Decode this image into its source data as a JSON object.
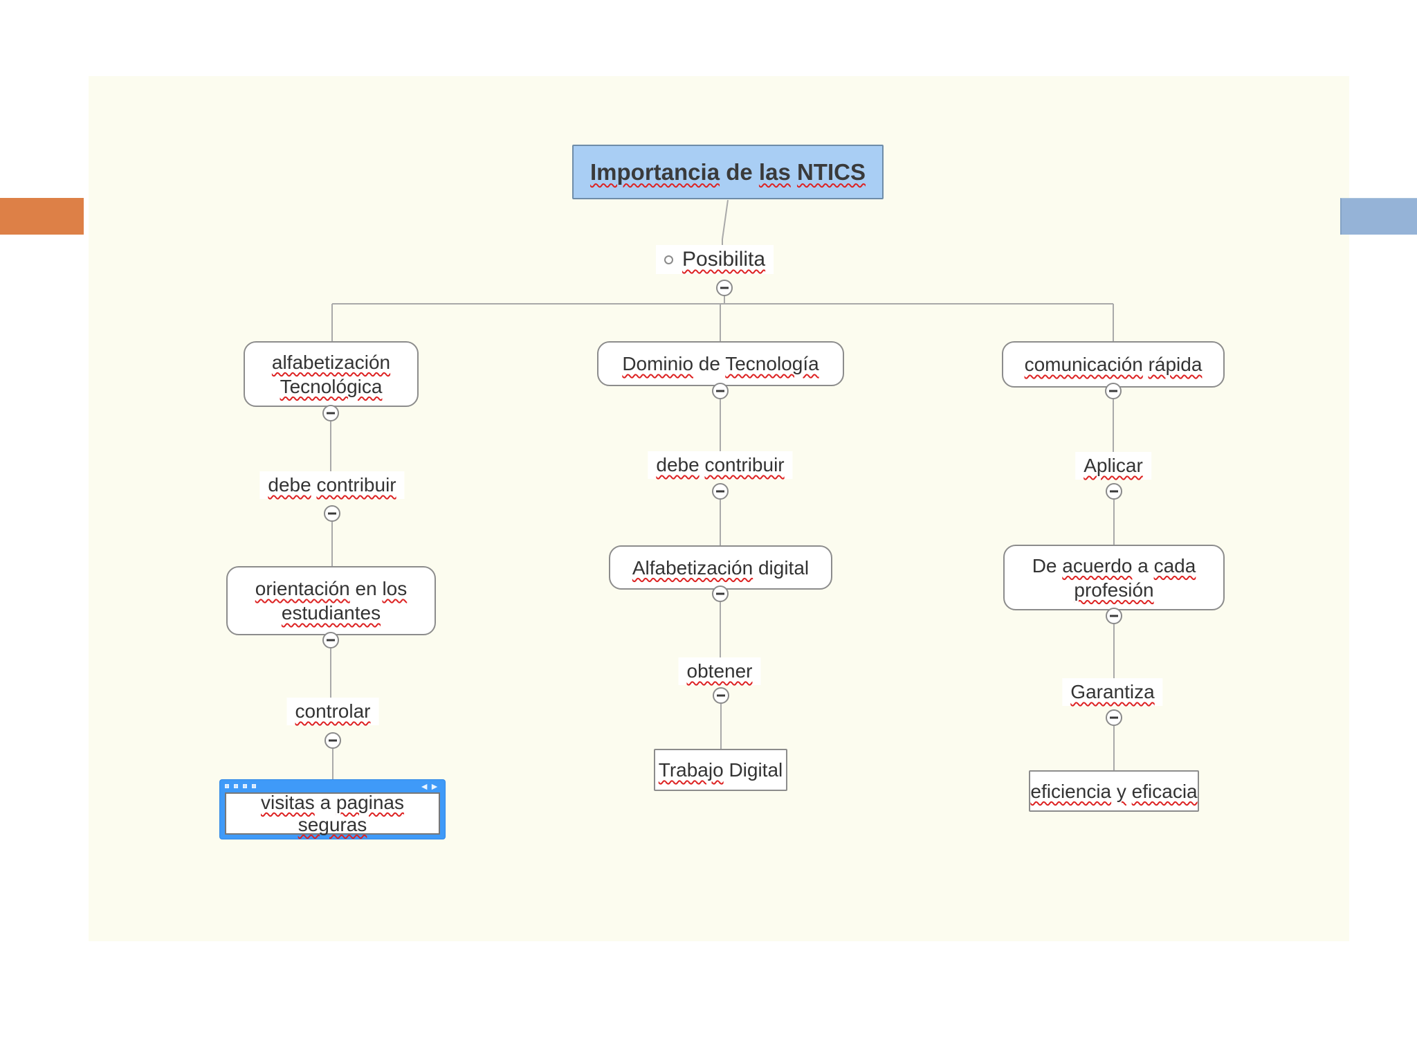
{
  "colors": {
    "slide_bg": "#FCFCEF",
    "orange_bar": "#DD8047",
    "blue_bar": "#95B3D7",
    "title_fill": "#A9CEF4",
    "title_border": "#6E8CA8",
    "node_border": "#8C8C8C",
    "line": "#A9A9A9",
    "selection": "#3F9AF8",
    "squiggle": "#DD2222",
    "text": "#333333"
  },
  "title": {
    "lines": [
      [
        {
          "t": "Importancia",
          "sq": true
        },
        {
          "t": "de",
          "sq": false
        },
        {
          "t": "las",
          "sq": true
        },
        {
          "t": "NTICS",
          "sq": true
        }
      ]
    ]
  },
  "root": {
    "lines": [
      [
        {
          "t": "Posibilita",
          "sq": true
        }
      ]
    ]
  },
  "nodes": {
    "alfabetizacion": {
      "lines": [
        [
          {
            "t": "alfabetización",
            "sq": true
          }
        ],
        [
          {
            "t": "Tecnológica",
            "sq": true
          }
        ]
      ]
    },
    "orientacion": {
      "lines": [
        [
          {
            "t": "orientación",
            "sq": true
          },
          {
            "t": "en",
            "sq": false
          },
          {
            "t": "los",
            "sq": true
          }
        ],
        [
          {
            "t": "estudiantes",
            "sq": true
          }
        ]
      ]
    },
    "visitas": {
      "lines": [
        [
          {
            "t": "visitas",
            "sq": true
          },
          {
            "t": "a",
            "sq": false
          },
          {
            "t": "paginas",
            "sq": true
          },
          {
            "t": "seguras",
            "sq": true
          }
        ]
      ],
      "selected": true
    },
    "dominio": {
      "lines": [
        [
          {
            "t": "Dominio",
            "sq": true
          },
          {
            "t": "de",
            "sq": false
          },
          {
            "t": "Tecnología",
            "sq": true
          }
        ]
      ]
    },
    "alf_digital": {
      "lines": [
        [
          {
            "t": "Alfabetización",
            "sq": true
          },
          {
            "t": "digital",
            "sq": false
          }
        ]
      ]
    },
    "trabajo": {
      "lines": [
        [
          {
            "t": "Trabajo",
            "sq": true
          },
          {
            "t": "Digital",
            "sq": false
          }
        ]
      ]
    },
    "comunicacion": {
      "lines": [
        [
          {
            "t": "comunicación",
            "sq": true
          },
          {
            "t": "rápida",
            "sq": true
          }
        ]
      ]
    },
    "deacuerdo": {
      "lines": [
        [
          {
            "t": "De",
            "sq": false
          },
          {
            "t": "acuerdo",
            "sq": true
          },
          {
            "t": "a",
            "sq": false
          },
          {
            "t": "cada",
            "sq": true
          }
        ],
        [
          {
            "t": "profesión",
            "sq": true
          }
        ]
      ]
    },
    "eficiencia": {
      "lines": [
        [
          {
            "t": "eficiencia",
            "sq": true
          },
          {
            "t": "y",
            "sq": true
          },
          {
            "t": "eficacia",
            "sq": true
          }
        ]
      ]
    }
  },
  "labels": {
    "debe_contribuir_left": {
      "lines": [
        [
          {
            "t": "debe",
            "sq": true
          },
          {
            "t": "contribuir",
            "sq": true
          }
        ]
      ]
    },
    "controlar": {
      "lines": [
        [
          {
            "t": "controlar",
            "sq": true
          }
        ]
      ]
    },
    "debe_contribuir_mid": {
      "lines": [
        [
          {
            "t": "debe",
            "sq": true
          },
          {
            "t": "contribuir",
            "sq": true
          }
        ]
      ]
    },
    "obtener": {
      "lines": [
        [
          {
            "t": "obtener",
            "sq": true
          }
        ]
      ]
    },
    "aplicar": {
      "lines": [
        [
          {
            "t": "Aplicar",
            "sq": true
          }
        ]
      ]
    },
    "garantiza": {
      "lines": [
        [
          {
            "t": "Garantiza",
            "sq": true
          }
        ]
      ]
    }
  },
  "icons": {
    "resize_left": "◄",
    "resize_right": "►"
  }
}
